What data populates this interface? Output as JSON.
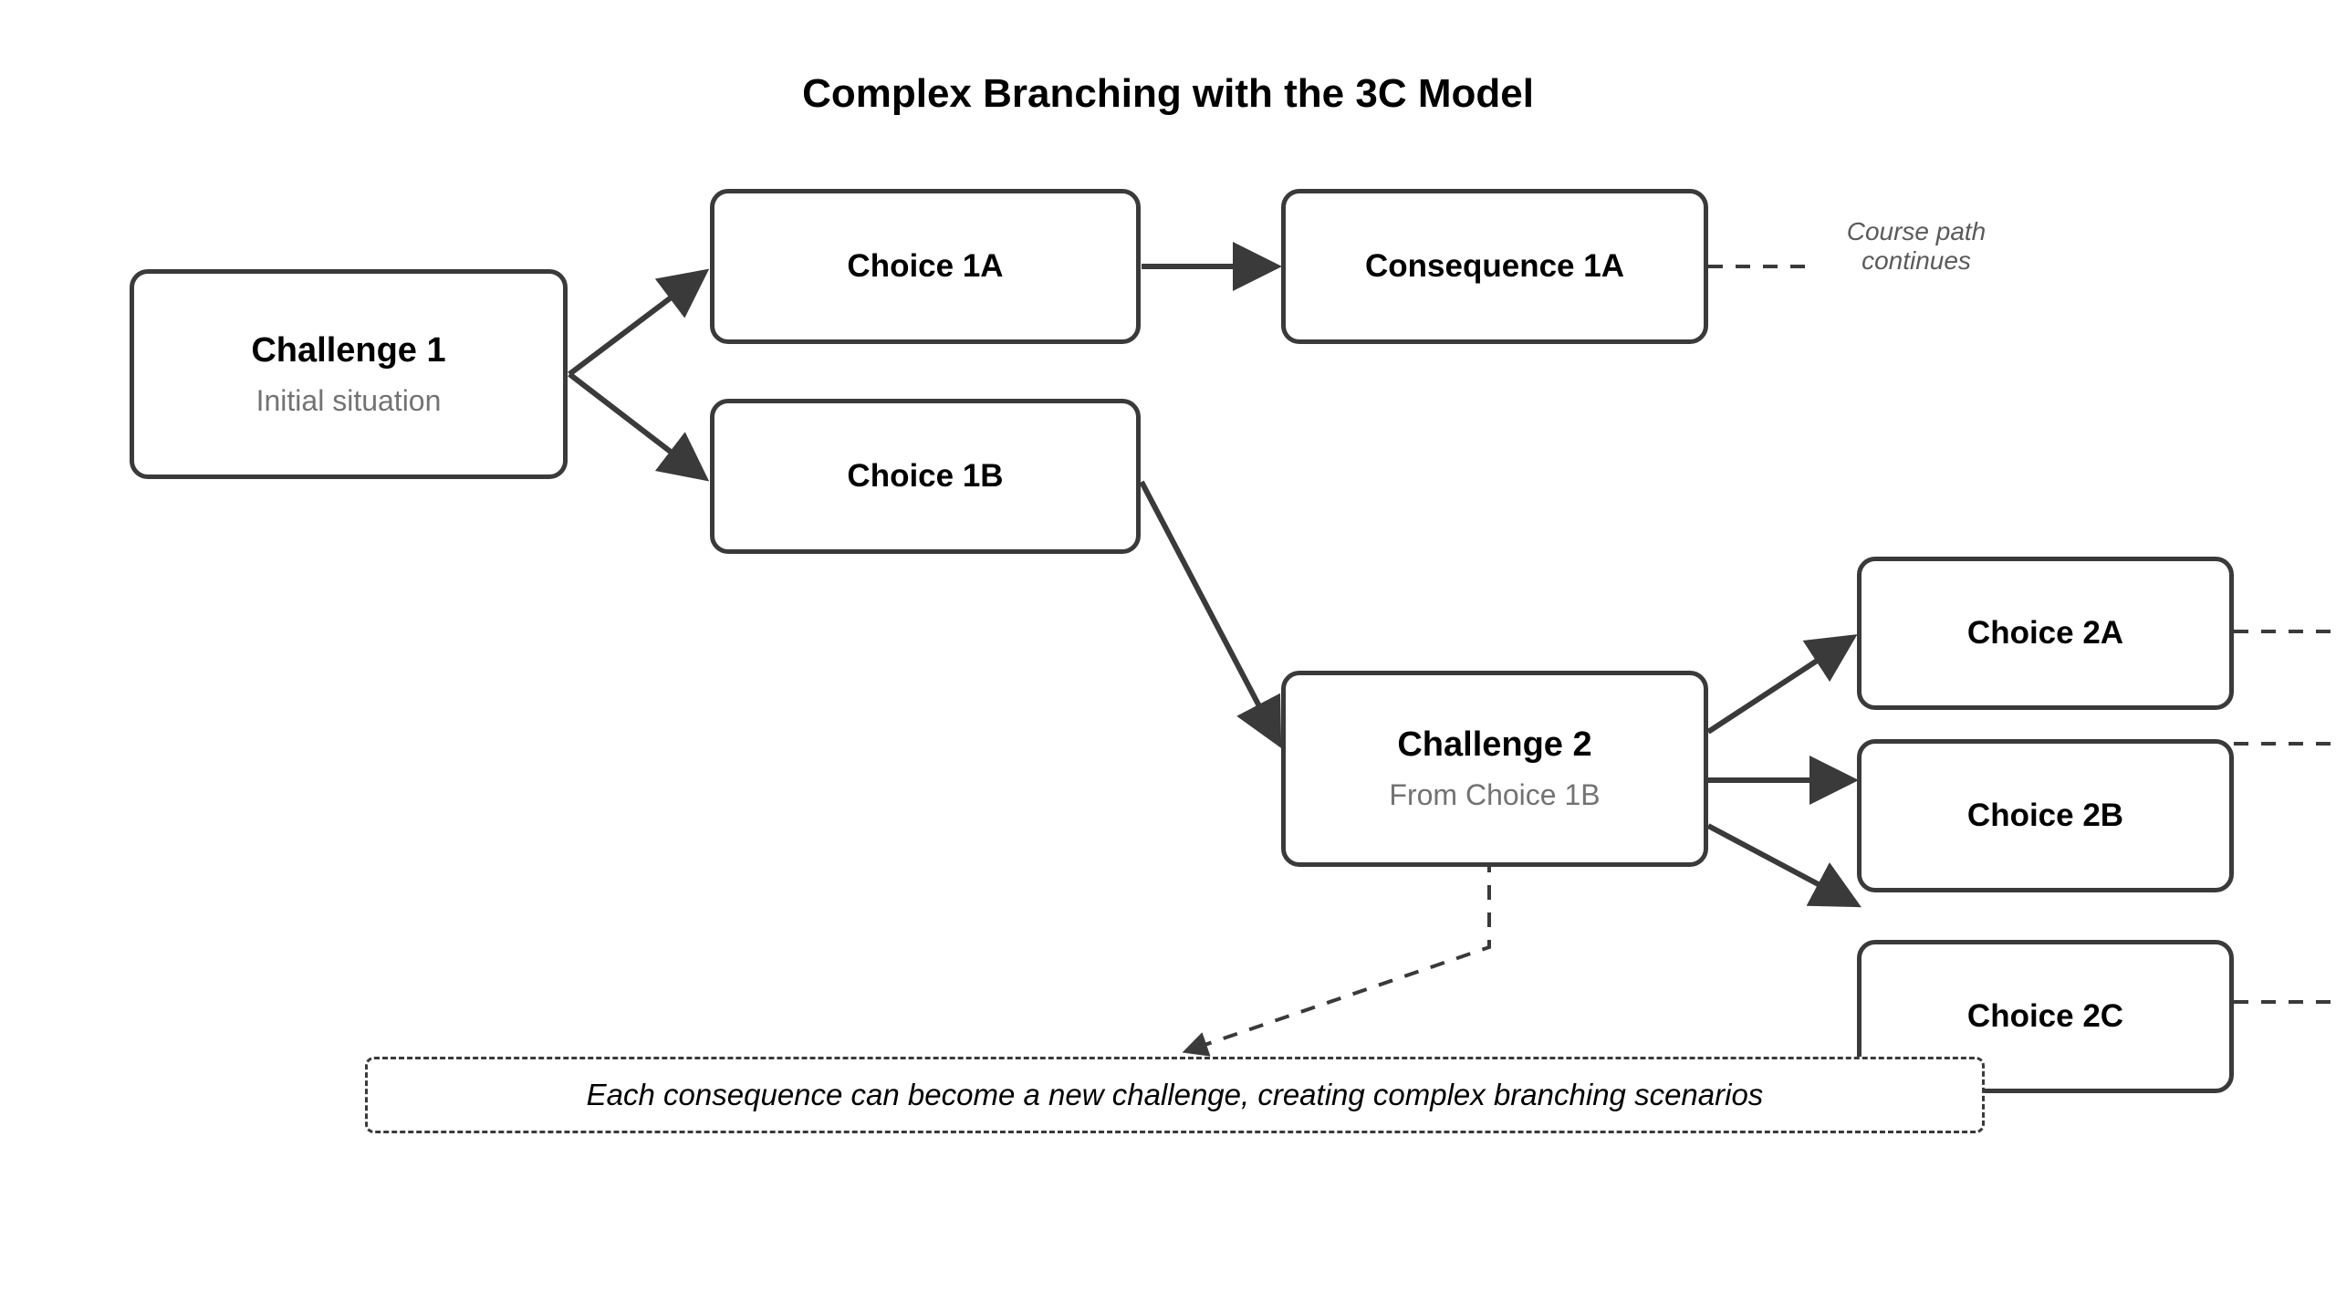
{
  "diagram": {
    "title": "Complex Branching with the 3C Model",
    "nodes": {
      "challenge1": {
        "title": "Challenge 1",
        "subtitle": "Initial situation"
      },
      "choice1a": {
        "title": "Choice 1A"
      },
      "consequence1a": {
        "title": "Consequence 1A"
      },
      "choice1b": {
        "title": "Choice 1B"
      },
      "challenge2": {
        "title": "Challenge 2",
        "subtitle": "From Choice 1B"
      },
      "choice2a": {
        "title": "Choice 2A"
      },
      "choice2b": {
        "title": "Choice 2B"
      },
      "choice2c": {
        "title": "Choice 2C"
      }
    },
    "notes": {
      "course_path_line1": "Course path",
      "course_path_line2": "continues",
      "annotation": "Each consequence can become a new challenge, creating complex branching scenarios"
    },
    "colors": {
      "box_border": "#3a3a3a",
      "title_text": "#000000",
      "subtitle_text": "#737373",
      "note_text": "#5a5a5a",
      "connector": "#3a3a3a",
      "background": "#ffffff"
    },
    "edges": [
      {
        "from": "challenge1",
        "to": "choice1a",
        "style": "solid-arrow"
      },
      {
        "from": "challenge1",
        "to": "choice1b",
        "style": "solid-arrow"
      },
      {
        "from": "choice1a",
        "to": "consequence1a",
        "style": "solid-arrow"
      },
      {
        "from": "consequence1a",
        "to": "course-path-note",
        "style": "dashed"
      },
      {
        "from": "choice1b",
        "to": "challenge2",
        "style": "solid-arrow"
      },
      {
        "from": "challenge2",
        "to": "choice2a",
        "style": "solid-arrow"
      },
      {
        "from": "challenge2",
        "to": "choice2b",
        "style": "solid-arrow"
      },
      {
        "from": "challenge2",
        "to": "choice2c",
        "style": "solid-arrow"
      },
      {
        "from": "choice2a",
        "to": "offscreen",
        "style": "dashed"
      },
      {
        "from": "choice2b",
        "to": "offscreen",
        "style": "dashed"
      },
      {
        "from": "choice2c",
        "to": "offscreen",
        "style": "dashed"
      },
      {
        "from": "challenge2",
        "to": "annotation",
        "style": "dashed-arrow"
      }
    ]
  }
}
